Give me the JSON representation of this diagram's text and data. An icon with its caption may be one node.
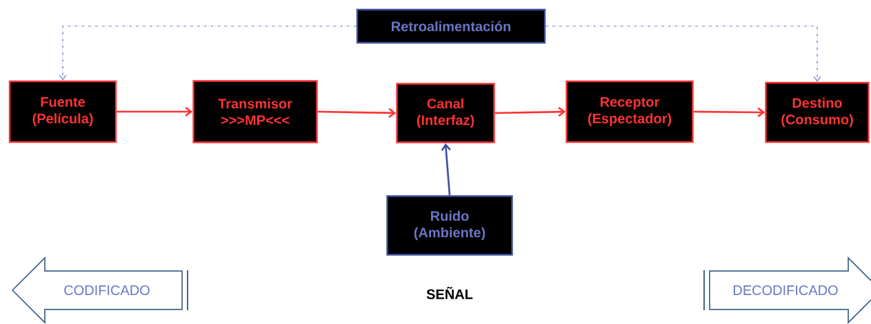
{
  "diagram": {
    "nodes": [
      {
        "text": [
          "Retroalimentación"
        ]
      },
      {
        "text": [
          "Fuente (Película)"
        ]
      },
      {
        "text": [
          "Transmisor >>>MP<<<"
        ]
      },
      {
        "text": [
          "Canal (Interfaz)"
        ]
      },
      {
        "text": [
          "Receptor (Espectador)"
        ]
      },
      {
        "text": [
          "Destino (Consumo)"
        ]
      },
      {
        "text": [
          "Ruido (Ambiente)"
        ]
      },
      {
        "text": [
          "CODIFICADO"
        ]
      },
      {
        "text": [
          "DECODIFICADO"
        ]
      }
    ],
    "edges": [
      {
        "from": 0,
        "to": 1,
        "arrow": "to",
        "style": "dashed",
        "color": "#6a76c4"
      },
      {
        "from": 0,
        "to": 5,
        "arrow": "to",
        "style": "dashed",
        "color": "#6a76c4"
      },
      {
        "from": 1,
        "to": 2,
        "arrow": "to"
      },
      {
        "from": 2,
        "to": 3,
        "arrow": "to"
      },
      {
        "from": 3,
        "to": 4,
        "arrow": "to"
      },
      {
        "from": 4,
        "to": 5,
        "arrow": "to"
      },
      {
        "from": 6,
        "to": 3,
        "arrow": "to",
        "color": "#3f4f9f"
      }
    ],
    "labels": [
      "SEÑAL"
    ]
  }
}
